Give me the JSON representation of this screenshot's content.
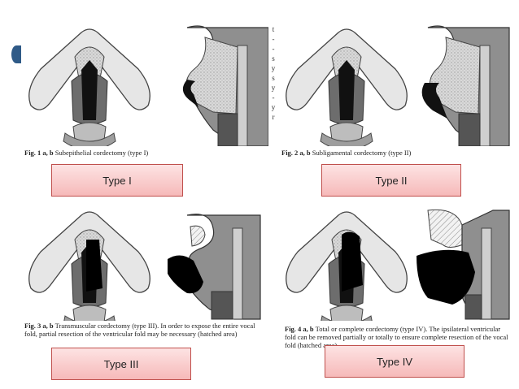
{
  "figures": [
    {
      "caption_fig": "Fig. 1 a, b",
      "caption_text": "Subepithelial cordectomy (type I)",
      "label": "Type I"
    },
    {
      "caption_fig": "Fig. 2 a, b",
      "caption_text": "Subligamental cordectomy (type II)",
      "label": "Type II"
    },
    {
      "caption_fig": "Fig. 3 a, b",
      "caption_text": "Transmuscular cordectomy (type III). In order to expose the entire vocal fold, partial resection of the ventricular fold may be necessary (hatched area)",
      "label": "Type III"
    },
    {
      "caption_fig": "Fig. 4 a, b",
      "caption_text": "Total or complete cordectomy (type IV). The ipsilateral ventricular fold can be removed partially or totally to ensure complete resection of the vocal fold (hatched area)",
      "label": "Type IV"
    }
  ],
  "side_margin_text": "t - - s y s y - y r",
  "colors": {
    "label_border": "#c0504d",
    "label_fill": "#f6b9b9",
    "bullet": "#2f5a87"
  }
}
